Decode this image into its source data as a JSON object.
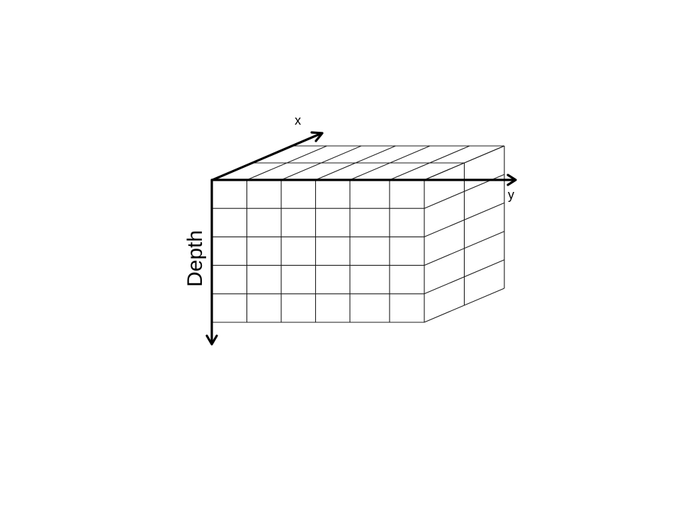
{
  "diagram": {
    "grid": {
      "front_columns": 6,
      "depth_rows": 5,
      "side_columns": 2
    },
    "axes": {
      "x_label": "x",
      "y_label": "y",
      "depth_label": "Depth"
    },
    "colors": {
      "lines": "#1a1a1a",
      "axes": "#000000",
      "background": "#ffffff"
    }
  }
}
